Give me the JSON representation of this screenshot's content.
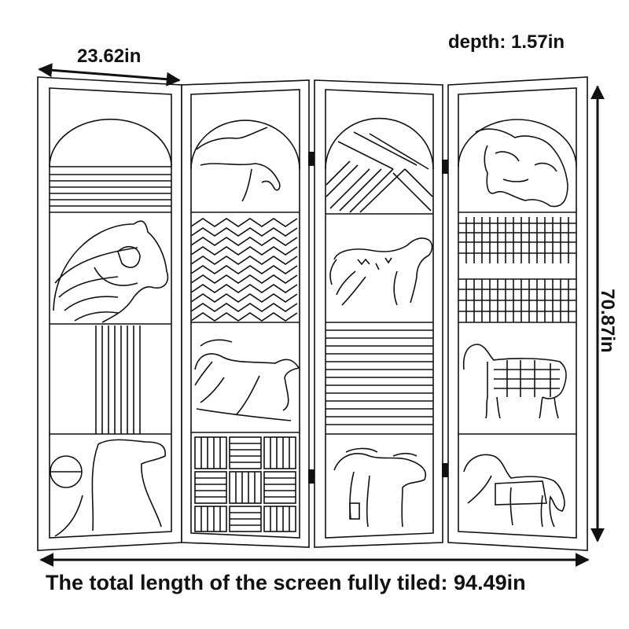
{
  "dimensions": {
    "width_label": "23.62in",
    "depth_label": "depth: 1.57in",
    "height_label": "70.87in",
    "total_length_label": "The total length of the screen fully tiled: 94.49in"
  },
  "colors": {
    "line": "#111111",
    "panel_fill": "#ffffff",
    "hinge": "#111111"
  },
  "panels": [
    {
      "name": "panel-1",
      "motifs": [
        "arch-horizontal-stripes",
        "horse-head",
        "vertical-stripes",
        "horse-silhouette-with-disc"
      ]
    },
    {
      "name": "panel-2",
      "motifs": [
        "arch-galloping-horse",
        "zigzag-pattern",
        "galloping-horse",
        "basketweave-pattern"
      ]
    },
    {
      "name": "panel-3",
      "motifs": [
        "arch-diagonal-stripes",
        "decorated-horse",
        "horizontal-stripes",
        "rider-horse"
      ]
    },
    {
      "name": "panel-4",
      "motifs": [
        "arch-bull-head",
        "vertical-stripes",
        "blanketed-horse",
        "prancing-horse"
      ]
    }
  ]
}
